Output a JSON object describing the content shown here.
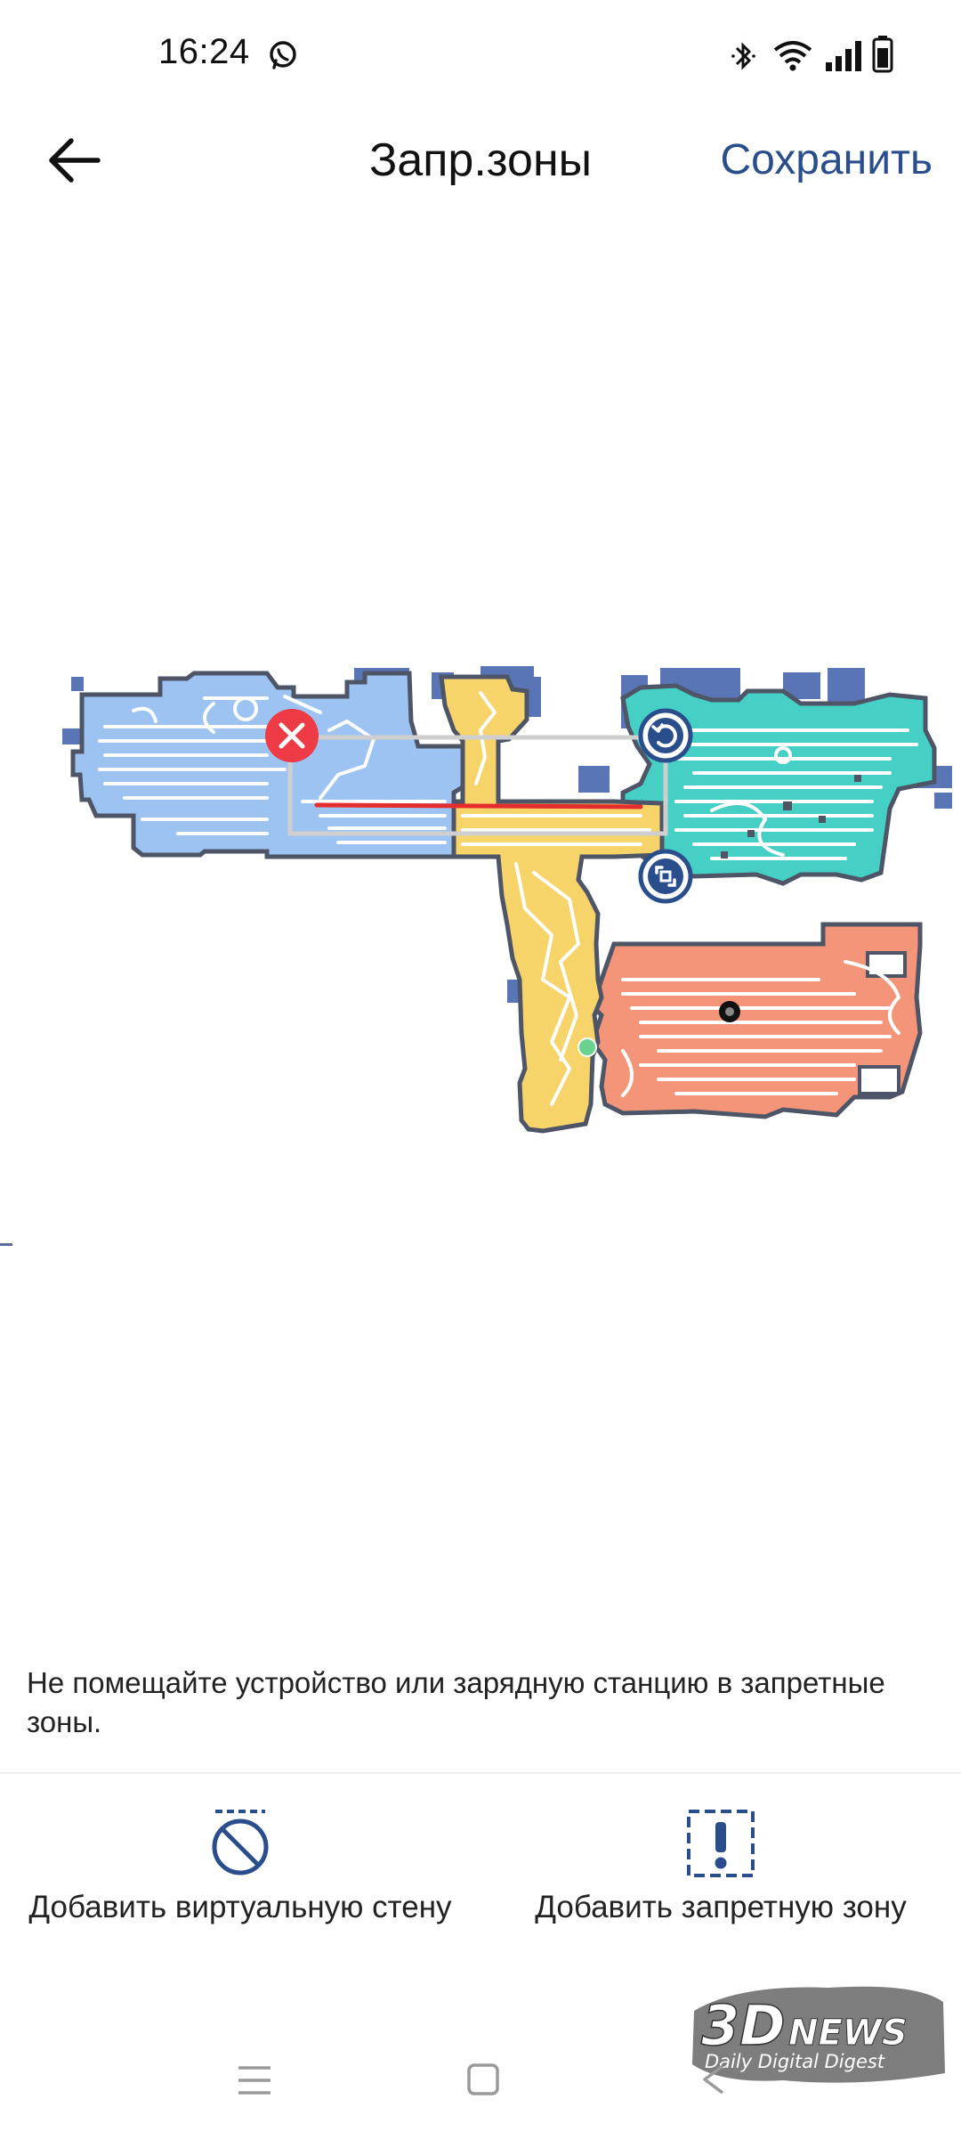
{
  "status_bar": {
    "time": "16:24",
    "icons": [
      "whatsapp-icon",
      "bluetooth-icon",
      "wifi-icon",
      "signal-icon",
      "battery-icon"
    ]
  },
  "header": {
    "back_icon": "arrow-left-icon",
    "title": "Запр.зоны",
    "save_label": "Сохранить"
  },
  "map": {
    "room_colors": [
      "#9dc3f2",
      "#f7d46a",
      "#46cfc4",
      "#f4957a"
    ],
    "outline_color": "#4d5566",
    "virtual_wall_color": "#e52d2d",
    "zone_frame_color": "#cfcfcf",
    "handle_color": "#2a4d8c",
    "delete_handle_color": "#ef3b46",
    "handles": [
      "delete-handle-icon",
      "rotate-handle-icon",
      "resize-handle-icon"
    ]
  },
  "warning": "Не помещайте устройство или зарядную станцию в запретные зоны.",
  "actions": [
    {
      "label": "Добавить виртуальную стену",
      "icon": "virtual-wall-icon"
    },
    {
      "label": "Добавить запретную зону",
      "icon": "no-go-zone-icon"
    }
  ],
  "watermark": {
    "brand": "3DNEWS",
    "tagline": "Daily Digital Digest"
  },
  "accent_color": "#2a4d8c",
  "nav_icons": [
    "menu-icon",
    "home-icon",
    "back-icon"
  ]
}
